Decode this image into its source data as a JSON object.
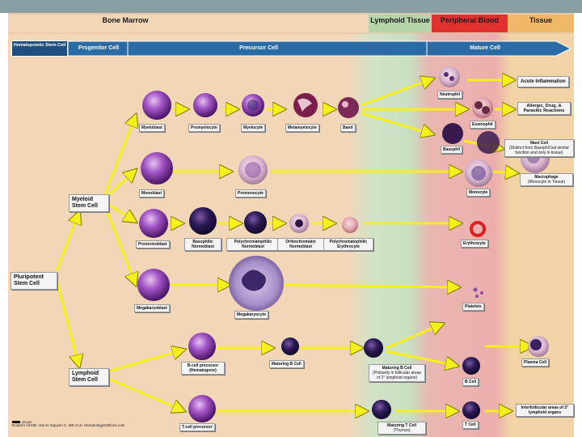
{
  "zones": {
    "bone_marrow": "Bone Marrow",
    "lymphoid_tissue": "Lymphoid Tissue",
    "peripheral_blood": "Peripheral Blood",
    "tissue": "Tissue"
  },
  "stages": {
    "hematopoietic": "Hematopoietic Stem Cell",
    "progenitor": "Progenitor Cell",
    "precursor": "Precursor Cell",
    "mature": "Mature Cell"
  },
  "cells": {
    "myeloblast": "Myeloblast",
    "promyelocyte": "Promyelocyte",
    "myelocyte": "Myelocyte",
    "metamyelocyte": "Metamyelocyte",
    "band": "Band",
    "neutrophil": "Neutrophil",
    "eosinophil": "Eosinophil",
    "basophil": "Basophil",
    "monoblast": "Monoblast",
    "promonocyte": "Promonocyte",
    "monocyte": "Monocyte",
    "pronormoblast": "Pronormoblast",
    "basophilic_normoblast": "Basophilic Normoblast",
    "polychromatophilic_normoblast": "Polychromatophilic Normoblast",
    "orthochromatic_normoblast": "Orthochromatic Normoblast",
    "polychromatophilic_erythrocyte": "Polychromatophilic Erythrocyte",
    "erythrocyte": "Erythrocyte",
    "megakaryoblast": "Megakaryoblast",
    "megakaryocyte": "Megakaryocyte",
    "platelets": "Platelets",
    "b_precursor": "B-cell precursor (Hematogone)",
    "maturing_b1": "Maturing B Cell",
    "maturing_b2": "Maturing B Cell",
    "maturing_b2_note": "(Primarily in follicular areas of 2° lymphoid organs)",
    "b_cell": "B Cell",
    "plasma_cell": "Plasma Cell",
    "t_precursor": "T-cell precursor",
    "maturing_t": "Maturing T Cell",
    "maturing_t_note": "(Thymus)",
    "t_cell": "T Cell",
    "myeloid_stem": "Myeloid Stem Cell",
    "lymphoid_stem": "Lymphoid Stem Cell",
    "pluripotent_stem": "Pluripotent Stem Cell"
  },
  "outcomes": {
    "acute_inflammation": "Acute Inflammation",
    "allergic": "Allergic, Drug, & Parasitic Reactions",
    "mast_cell": "Mast Cell",
    "mast_cell_note": "(Distinct from Basophil but similar function and only in tissue)",
    "macrophage": "Macrophage",
    "macrophage_note": "(Monocyte in Tissue)",
    "interfollicular": "Interfollicular areas of 2° lymphoid organs"
  },
  "footer": {
    "scale": "10 µm",
    "credit": "Rodak's HLMD; Van N. Nguyen C. MD et al. HematologyOutlines.com"
  },
  "colors": {
    "bone_marrow": "#f2d6b8",
    "lymphoid": "#c8dfc2",
    "peripheral": "#ecaeac",
    "tissue": "#f1d3a6",
    "arrow": "#f5ef1c",
    "stage_bar": "#1f4e80"
  }
}
